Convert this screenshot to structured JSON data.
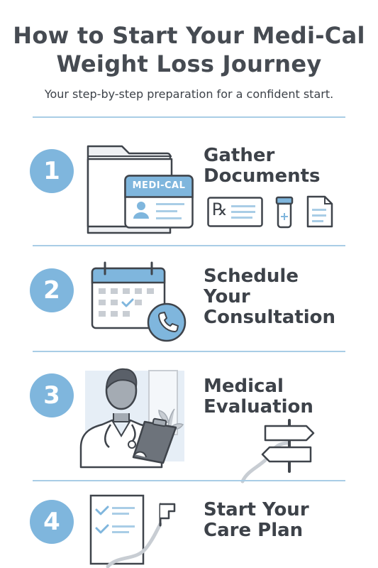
{
  "header": {
    "title_line1": "How to Start Your Medi-Cal",
    "title_line2": "Weight Loss Journey",
    "subtitle": "Your step-by-step preparation for a confident start."
  },
  "steps": [
    {
      "number": "1",
      "title_lines": [
        "Gather",
        "Documents"
      ],
      "card_label": "MEDI-CAL",
      "rx_symbol": "℞",
      "icons": [
        "folder-icon",
        "medi-cal-card-icon",
        "prescription-icon",
        "pill-bottle-icon",
        "document-icon"
      ]
    },
    {
      "number": "2",
      "title_lines": [
        "Schedule",
        "Your",
        "Consultation"
      ],
      "icons": [
        "calendar-icon",
        "phone-icon"
      ]
    },
    {
      "number": "3",
      "title_lines": [
        "Medical",
        "Evaluation"
      ],
      "icons": [
        "doctor-icon",
        "clipboard-icon",
        "signpost-icon"
      ]
    },
    {
      "number": "4",
      "title_lines": [
        "Start Your",
        "Care Plan"
      ],
      "icons": [
        "checklist-icon",
        "flag-path-icon"
      ]
    }
  ],
  "colors": {
    "accent": "#7fb6dd",
    "text": "#3d4249",
    "rule": "#a9cde6",
    "outline": "#3f444b"
  }
}
